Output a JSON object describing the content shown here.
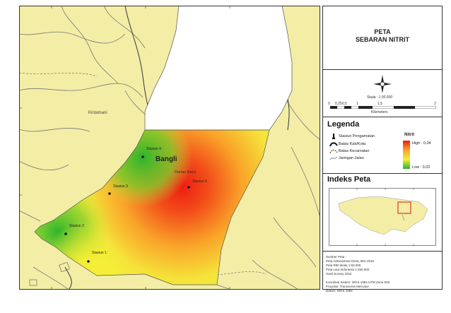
{
  "map": {
    "labels": {
      "kintamani": "Kintamani",
      "bangli": "Bangli",
      "danau_batur": "Danau Batur"
    },
    "stations": [
      {
        "label": "Stasiun 1"
      },
      {
        "label": "Stasiun 2"
      },
      {
        "label": "Stasiun 3"
      },
      {
        "label": "Stasiun 4"
      },
      {
        "label": "Stasiun 5"
      }
    ],
    "colors": {
      "low": "#2db52d",
      "mid": "#f2ee3a",
      "high": "#ee1b12",
      "land": "#f3eda6"
    }
  },
  "sidebar": {
    "title_line1": "PETA",
    "title_line2": "SEBARAN NITRIT",
    "scale_text": "Skala : 1:30.000",
    "scale_ticks": [
      "0",
      "0,25",
      "0,5",
      "1",
      "1,5",
      "2"
    ],
    "scale_unit": "Kilometers",
    "legend": {
      "title": "Legenda",
      "items": [
        "Stasiun Pengamatan",
        "Batas Kab/Kota",
        "Batas Kecamatan",
        "Jaringan Jalan"
      ],
      "ramp_title": "Nitrit",
      "high": "High : 0,04",
      "low": "Low : 0,02"
    },
    "index_title": "Indeks Peta",
    "notes": [
      "Sumber Peta :",
      "Peta Administrasi Desa, BIG 2016",
      "Peta RBI Skala 1:50.000",
      "Peta Laut Indonesia 1:250.000",
      "Hasil Survey 2022",
      "",
      "Koordinat Sistem: WGS 1984 UTM Zone 50S",
      "Proyeksi: Transverse Mercator",
      "Datum: WGS 1984"
    ]
  }
}
